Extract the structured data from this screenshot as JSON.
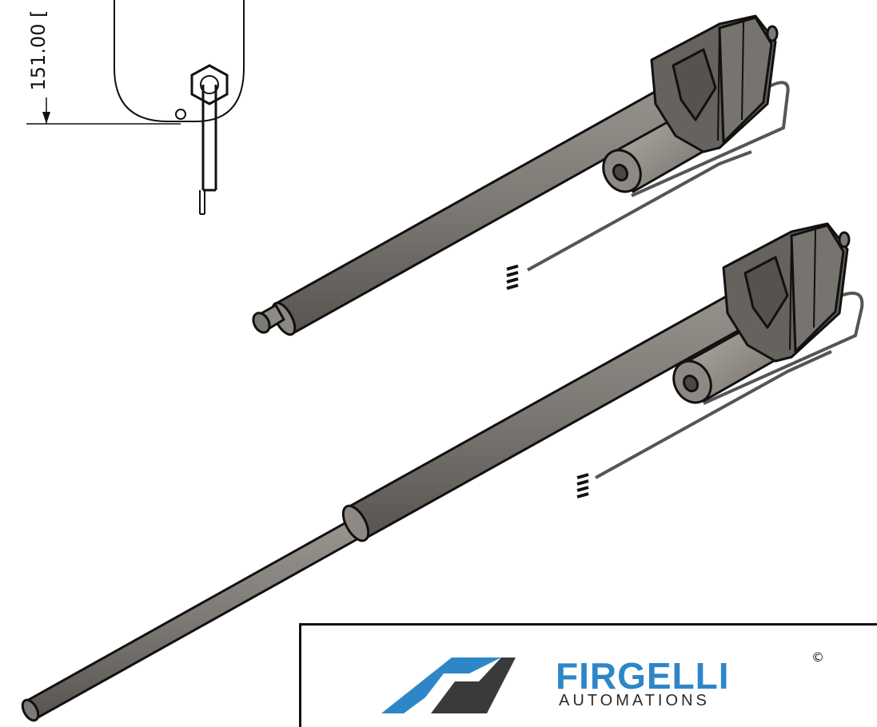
{
  "dimension": {
    "value_text": "151.00 ["
  },
  "title_block": {
    "logo_word": "FIRGELLI",
    "logo_subtitle": "AUTOMATIONS",
    "copyright_symbol": "©"
  },
  "colors": {
    "body_grey": "#7d7974",
    "housing_grey": "#66625e",
    "logo_blue": "#2e86c8",
    "logo_dark": "#3a3a3a"
  },
  "parts": [
    {
      "name": "retracted-actuator"
    },
    {
      "name": "extended-actuator"
    }
  ]
}
